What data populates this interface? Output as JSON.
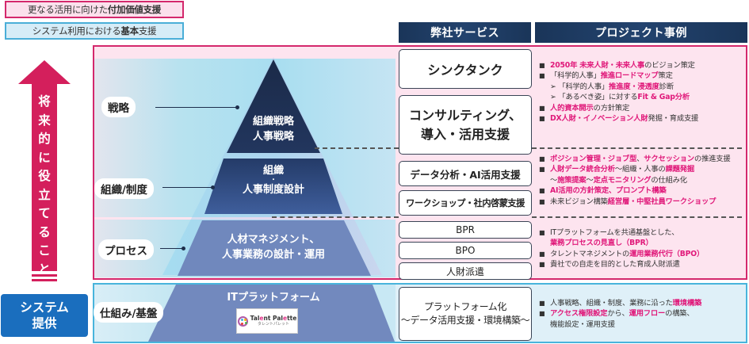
{
  "legend": {
    "pink": {
      "prefix": "更なる活用に向けた",
      "bold": "付加価値支援"
    },
    "blue": {
      "prefix": "システム利用における",
      "bold": "基本",
      "suffix": "支援"
    }
  },
  "headers": {
    "services": "弊社サービス",
    "cases": "プロジェクト事例"
  },
  "arrow": {
    "chars": [
      "将",
      "来",
      "的",
      "に",
      "役",
      "立",
      "て",
      "る",
      "こ",
      "と"
    ]
  },
  "system_box": {
    "line1": "システム",
    "line2": "提供"
  },
  "tiers": [
    {
      "label": "戦略",
      "pyramid_lines": [
        "組織戦略",
        "人事戦略"
      ]
    },
    {
      "label": "組織/制度",
      "pyramid_lines": [
        "組織",
        "・",
        "人事制度設計"
      ]
    },
    {
      "label": "プロセス",
      "pyramid_lines": [
        "人材マネジメント、",
        "人事業務の設計・運用"
      ]
    },
    {
      "label": "仕組み/基盤",
      "pyramid_lines": [
        "ITプラットフォーム"
      ]
    }
  ],
  "logo": {
    "en_before": "Tal",
    "en_accent1": "e",
    "en_mid": "nt Pal",
    "en_accent2": "e",
    "en_after": "tte",
    "ja": "タレントパレット"
  },
  "services": [
    {
      "line1": "シンクタンク"
    },
    {
      "line1": "コンサルティング、",
      "line2": "導入・活用支援"
    },
    {
      "line1": "データ分析・AI活用支援"
    },
    {
      "line1": "ワークショップ・社内啓蒙支援"
    },
    {
      "line1": "BPR"
    },
    {
      "line1": "BPO"
    },
    {
      "line1": "人財派遣"
    },
    {
      "line1": "プラットフォーム化",
      "line2": "～データ活用支援・環境構築～"
    }
  ],
  "cases": {
    "strategy": [
      {
        "type": "bullet",
        "parts": [
          {
            "t": "2050年 未来人財・未来人事",
            "hl": true
          },
          {
            "t": "のビジョン策定",
            "hl": false
          }
        ]
      },
      {
        "type": "bullet",
        "parts": [
          {
            "t": "「科学的人事」",
            "hl": false
          },
          {
            "t": "推進ロードマップ",
            "hl": true
          },
          {
            "t": "策定",
            "hl": false
          }
        ]
      },
      {
        "type": "sub",
        "parts": [
          {
            "t": "➢ 「科学的人事」",
            "hl": false
          },
          {
            "t": "推進度・浸透度",
            "hl": true
          },
          {
            "t": "診断",
            "hl": false
          }
        ]
      },
      {
        "type": "sub",
        "parts": [
          {
            "t": "➢ 「あるべき姿」に対する",
            "hl": false
          },
          {
            "t": "Fit & Gap分析",
            "hl": true
          }
        ]
      },
      {
        "type": "bullet",
        "parts": [
          {
            "t": "人的資本開示",
            "hl": true
          },
          {
            "t": "の方針策定",
            "hl": false
          }
        ]
      },
      {
        "type": "bullet",
        "parts": [
          {
            "t": "DX人財・イノベーション人財",
            "hl": true
          },
          {
            "t": "発掘・育成支援",
            "hl": false
          }
        ]
      }
    ],
    "organization": [
      {
        "type": "bullet",
        "parts": [
          {
            "t": "ポジション管理・ジョブ型",
            "hl": true
          },
          {
            "t": "、",
            "hl": false
          },
          {
            "t": "サクセッション",
            "hl": true
          },
          {
            "t": "の推進支援",
            "hl": false
          }
        ]
      },
      {
        "type": "bullet",
        "parts": [
          {
            "t": "人財データ統合分析",
            "hl": true
          },
          {
            "t": "～組織・人事の",
            "hl": false
          },
          {
            "t": "課題発掘",
            "hl": true
          }
        ]
      },
      {
        "type": "sub",
        "parts": [
          {
            "t": "～ ",
            "hl": false
          },
          {
            "t": "施策提案",
            "hl": true
          },
          {
            "t": " ～ ",
            "hl": false
          },
          {
            "t": "定点モニタリング",
            "hl": true
          },
          {
            "t": "の仕組み化",
            "hl": false
          }
        ]
      },
      {
        "type": "bullet",
        "parts": [
          {
            "t": "AI活用の方針策定、プロンプト構築",
            "hl": true
          }
        ]
      },
      {
        "type": "bullet",
        "parts": [
          {
            "t": "未来ビジョン構築 ",
            "hl": false
          },
          {
            "t": "経営層・中堅社員ワークショップ",
            "hl": true
          }
        ]
      }
    ],
    "process": [
      {
        "type": "bullet",
        "parts": [
          {
            "t": "ITプラットフォームを共通基盤とした、",
            "hl": false
          }
        ]
      },
      {
        "type": "sub",
        "parts": [
          {
            "t": "業務プロセスの見直し（BPR）",
            "hl": true
          }
        ]
      },
      {
        "type": "bullet",
        "parts": [
          {
            "t": "タレントマネジメントの",
            "hl": false
          },
          {
            "t": "運用業務代行（BPO）",
            "hl": true
          }
        ]
      },
      {
        "type": "bullet",
        "parts": [
          {
            "t": "貴社での自走を目的とした育成人財派遣",
            "hl": false
          }
        ]
      }
    ],
    "platform": [
      {
        "type": "bullet",
        "parts": [
          {
            "t": "人事戦略、組織・制度、業務に沿った",
            "hl": false
          },
          {
            "t": "環境構築",
            "hl": true
          }
        ]
      },
      {
        "type": "bullet",
        "parts": [
          {
            "t": "アクセス権限設定",
            "hl": true
          },
          {
            "t": "から、",
            "hl": false
          },
          {
            "t": "運用フロー",
            "hl": true
          },
          {
            "t": "の構築、",
            "hl": false
          }
        ]
      },
      {
        "type": "sub",
        "parts": [
          {
            "t": "機能設定・運用支援",
            "hl": false
          }
        ]
      }
    ]
  },
  "colors": {
    "pink_accent": "#d4286c",
    "highlight_text": "#e0197a",
    "blue_accent": "#48b4dc",
    "header_navy": "#1a3559",
    "system_blue": "#1a6ebe",
    "pyramid_top": "#1d2e4c",
    "pyramid_mid": "#2d4a7e",
    "pyramid_low": "#6f86bb"
  }
}
